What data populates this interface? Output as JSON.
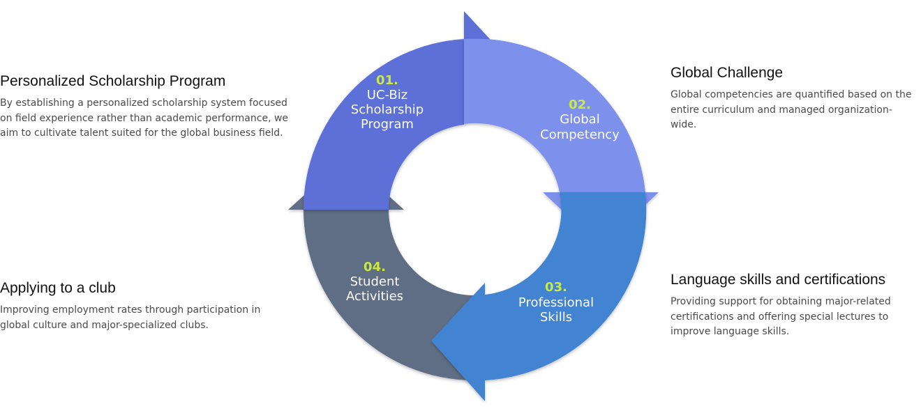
{
  "segments": [
    {
      "number": "01.",
      "label_lines": [
        "UC-Biz",
        "Scholarship",
        "Program"
      ],
      "color": "#5b6fd8"
    },
    {
      "number": "02.",
      "label_lines": [
        "Global",
        "Competency"
      ],
      "color": "#7d90ec"
    },
    {
      "number": "03.",
      "label_lines": [
        "Professional",
        "Skills"
      ],
      "color": "#4383d2"
    },
    {
      "number": "04.",
      "label_lines": [
        "Student",
        "Activities"
      ],
      "color": "#5e6e84"
    }
  ],
  "blocks": [
    {
      "title": "Personalized Scholarship Program",
      "description": "By establishing a personalized scholarship system focused on field experience rather than academic performance, we aim to cultivate talent suited for the global business field."
    },
    {
      "title": "Global Challenge",
      "description": "Global competencies are quantified based on the entire curriculum and managed organization-wide."
    },
    {
      "title": "Language skills and certifications",
      "description": "Providing support for obtaining major-related certifications and offering special lectures to improve language skills."
    },
    {
      "title": "Applying to a club",
      "description": "Improving employment rates through participation in global culture and major-specialized clubs."
    }
  ],
  "colors": {
    "number_accent": "#c9ea3f",
    "label_text": "#ffffff",
    "title_text": "#111111",
    "body_text": "#4a4a4a"
  }
}
